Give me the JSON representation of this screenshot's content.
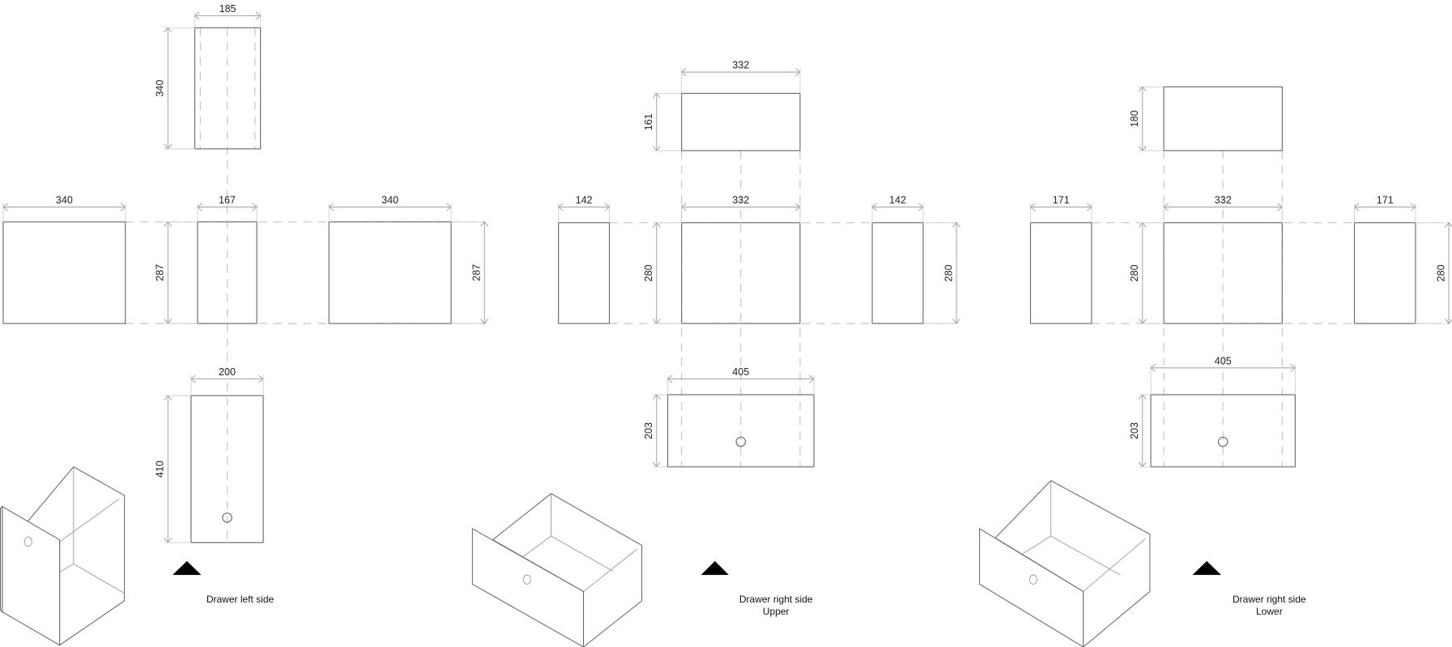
{
  "colors": {
    "line": "#6a6a6a",
    "dashed": "#c4c4c4",
    "marker": "#000000"
  },
  "panels": [
    {
      "caption": [
        "Drawer left side"
      ],
      "dims": {
        "top_w": "185",
        "top_h": "340",
        "left_w": "340",
        "mid_w": "167",
        "right_w": "340",
        "mid_h_left": "287",
        "mid_h_right": "287",
        "bottom_w": "200",
        "bottom_h": "410"
      }
    },
    {
      "caption": [
        "Drawer right side",
        "Upper"
      ],
      "dims": {
        "top_w": "332",
        "top_h": "161",
        "left_w": "142",
        "mid_w": "332",
        "right_w": "142",
        "mid_h_left": "280",
        "mid_h_right": "280",
        "bottom_w": "405",
        "bottom_h": "203"
      }
    },
    {
      "caption": [
        "Drawer right side",
        "Lower"
      ],
      "dims": {
        "top_h": "180",
        "left_w": "171",
        "mid_w": "332",
        "right_w": "171",
        "mid_h_left": "280",
        "mid_h_right": "280",
        "bottom_w": "405",
        "bottom_h": "203"
      }
    }
  ]
}
